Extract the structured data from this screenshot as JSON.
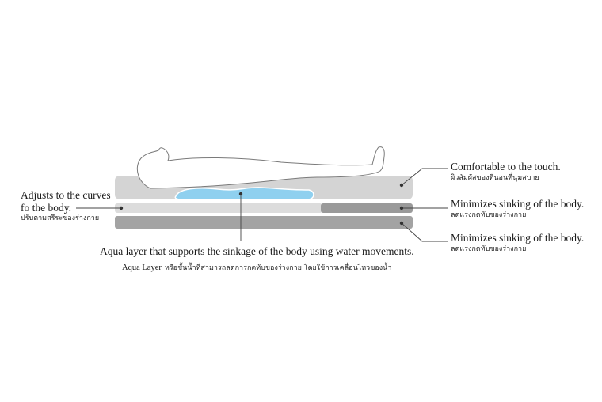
{
  "callouts": {
    "top_right": {
      "en": "Comfortable to the touch.",
      "th": "ผิวสัมผัสของที่นอนที่นุ่มสบาย"
    },
    "middle_right": {
      "en": "Minimizes sinking of the body.",
      "th": "ลดแรงกดทับของร่างกาย"
    },
    "bottom_right": {
      "en": "Minimizes sinking of the body.",
      "th": "ลดแรงกดทับของร่างกาย"
    },
    "left": {
      "en_line1": "Adjusts to the curves",
      "en_line2": "fo the body.",
      "th": "ปรับตามสรีระของร่างกาย"
    },
    "aqua": {
      "en": "Aqua layer that supports the sinkage of the body using water movements.",
      "th_prefix": "Aqua Layer",
      "th": "หรือชั้นน้ำที่สามารถลดการกดทับของร่างกาย โดยใช้การเคลื่อนไหวของน้ำ"
    }
  },
  "colors": {
    "top_layer": "#d4d4d4",
    "middle_layer_light": "#dcdcdc",
    "middle_layer_dark": "#9a9a9a",
    "bottom_layer": "#a3a3a3",
    "aqua": "#8fd0ef",
    "leader_line": "#444444"
  }
}
